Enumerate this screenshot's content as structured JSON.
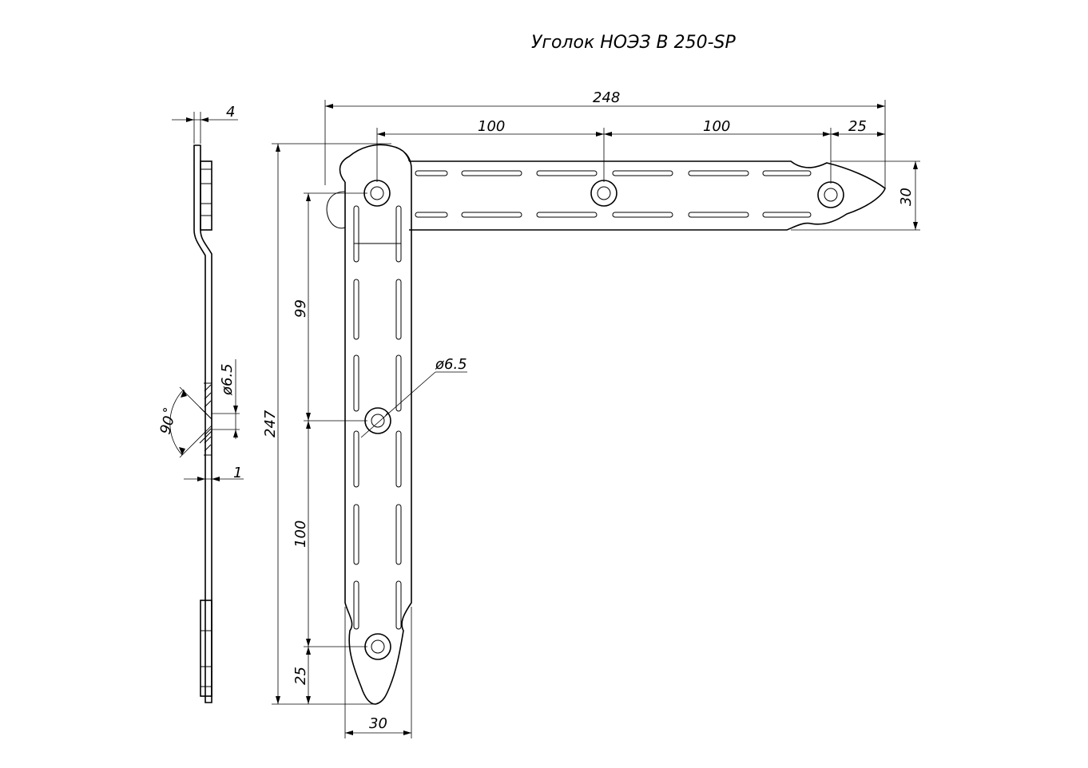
{
  "title": "Уголок НОЭЗ В 250-SP",
  "dimensions": {
    "overall_width": "248",
    "hole_pitch_top_1": "100",
    "hole_pitch_top_2": "100",
    "end_offset_top": "25",
    "strip_width_right": "30",
    "overall_height": "247",
    "hole_pitch_left_1": "99",
    "hole_pitch_left_2": "100",
    "end_offset_bottom": "25",
    "strip_width_bottom": "30",
    "hole_diameter_front": "ø6.5",
    "hole_diameter_side": "ø6.5",
    "thickness": "4",
    "countersink_depth": "1",
    "countersink_angle": "90˚"
  }
}
